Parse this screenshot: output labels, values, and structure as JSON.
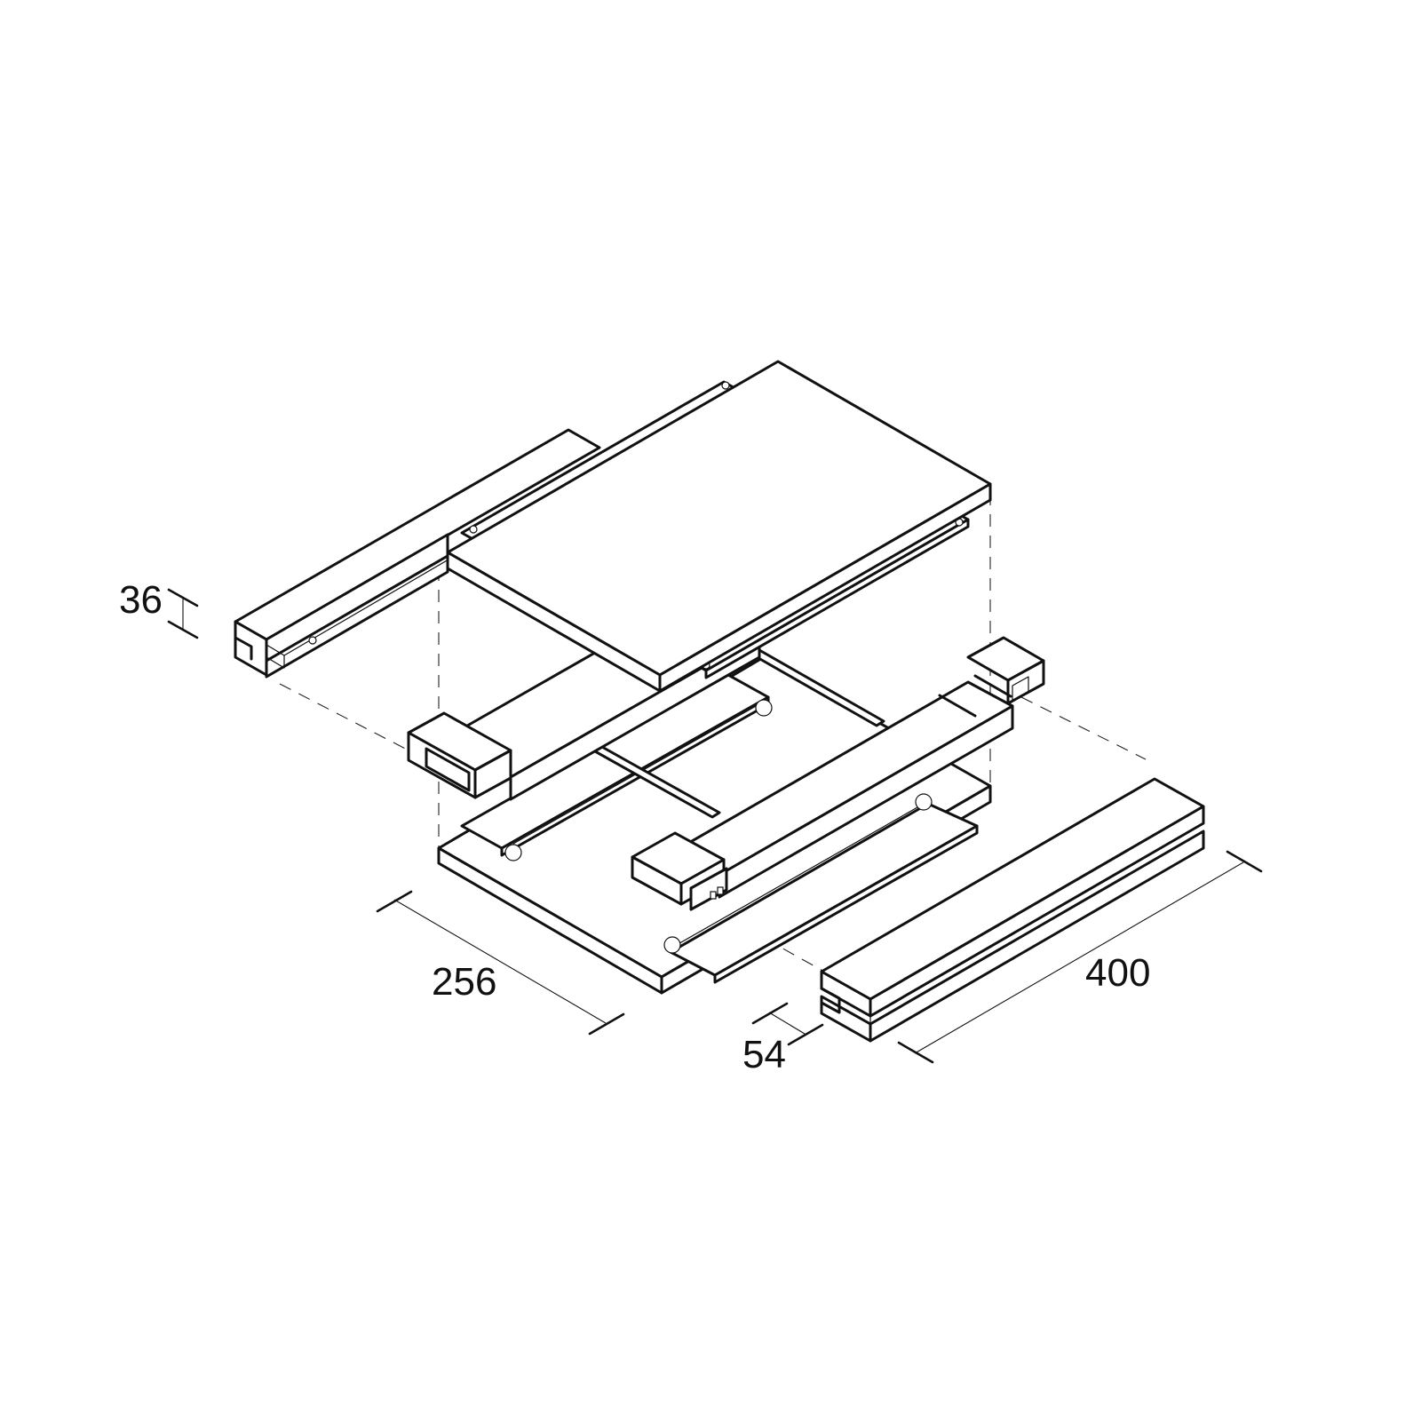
{
  "dimensions": {
    "height": "36",
    "width": "256",
    "depth": "54",
    "length": "400"
  },
  "colors": {
    "line": "#111111",
    "background": "#ffffff"
  }
}
